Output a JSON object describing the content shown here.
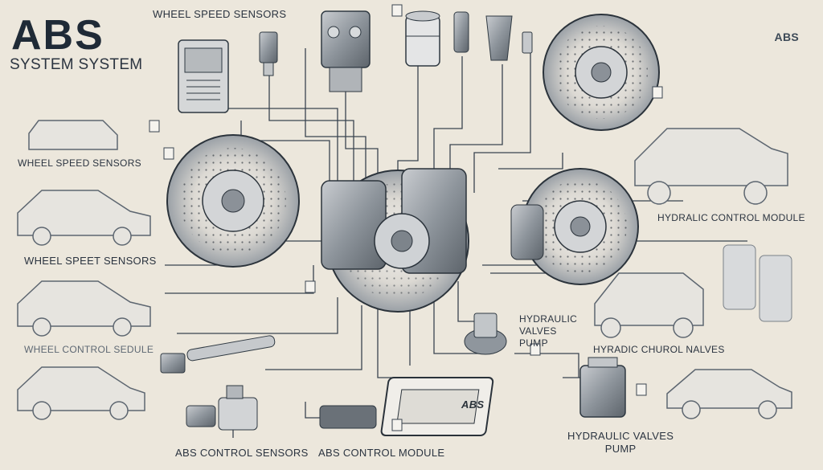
{
  "title": "ABS",
  "subtitle": "SYSTEM SYSTEM",
  "corner_label": "ABS",
  "module_badge": "ABS",
  "labels": {
    "top_sensors": "WHEEL SPEED SENSORS",
    "left_sensors": "WHEEL SPEED SENSORS",
    "left_speet": "WHEEL SPEET SENSORS",
    "left_control": "WHEEL CONTROL SEDULE",
    "right_module": "HYDRALIC CONTROL MODULE",
    "center_valves_1": "HYDRAULIC",
    "center_valves_2": "VALVES",
    "center_valves_3": "PUMP",
    "right_valves": "HYRADIC CHUROL NALVES",
    "bottom_sensors": "ABS CONTROL SENSORS",
    "bottom_module": "ABS CONTROL MODULE",
    "bottom_pump_1": "HYDRAULIC VALVES",
    "bottom_pump_2": "PUMP"
  }
}
